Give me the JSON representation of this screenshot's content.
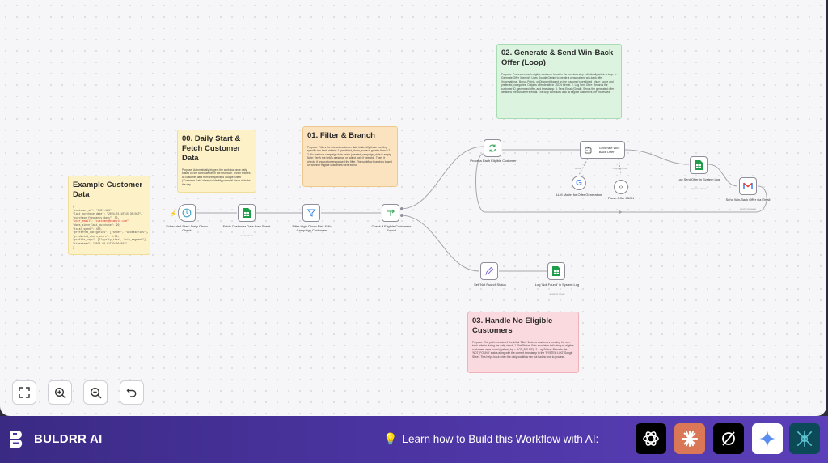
{
  "canvas": {
    "stickies": {
      "example": {
        "title": "Example Customer Data",
        "json_lines": [
          "{",
          "\"customer_id\": \"CUST-123\",",
          "\"last_purchase_date\": \"2024-01-10T15:30:00Z\",",
          "\"purchase_frequency_days\": 30,"
        ],
        "json_red": "\"user_email\": \"customer@example.com\",",
        "json_rest": [
          "\"days_since_last_purchase\": 90,",
          "\"total_spent\": 450,",
          "\"preferred_categories\": [\"Shoes\", \"Accessories\"],",
          "\"predicted_churn_score\": 0.85,",
          "\"profile_tags\": [\"loyalty_tier\", \"vip_segment\"],",
          "\"timestamp\": \"2024-08-01T09:00:00Z\"",
          "}"
        ]
      },
      "s00": {
        "title": "00. Daily Start & Fetch Customer Data",
        "body": "Purpose: Automatically triggers the workflow once daily based on the schedule set in the first node. It then fetches all customer data from the specified Google Sheet ('Customer Data' sheet) to identify potential churn risks for the day."
      },
      "s01": {
        "title": "01. Filter & Branch",
        "body": "Purpose: Filters the fetched customer data to identify those meeting specific win-back criteria: 1. predicted_churn_score is greater than 0.7. 2. No previous campaign date exists (created_campaign_date is empty - Note: Verify the field's presence or adjust logic if needed). Then, it checks if any customers passed the filter. The workflow branches based on whether eligible customers were found."
      },
      "s02": {
        "title": "02. Generate & Send Win-Back Offer (Loop)",
        "body": "Purpose: Processes each eligible customer found in the previous step individually within a loop: 1. Generate Offer (Gemini): Uses Google Gemini to create a personalized win-back offer (Informational, Bonus Points, or Discount) based on the customer's predicted_churn_score and preferred_categories. Outputs offer details in JSON format. 2. Log Sent Offer: Records the customer ID, generated offer, and timestamp. 3. Send Email (Gmail): Sends the generated offer details to the customer's email. The loop continues until all eligible customers are processed."
      },
      "s03": {
        "title": "03. Handle No Eligible Customers",
        "body": "Purpose: This path executes if the initial 'Filter' finds no customers meeting the win-back criteria during the daily check. 1. Set Status: Sets a variable indicating no eligible customers were found (system_log = NOT_FOUND). 2. Log Status: Records the 'NOT_FOUND' status along with the current timestamp to the 'SYSTEM LOG' Google Sheet. This helps track when the daily workflow ran but had no one to process."
      }
    },
    "nodes": {
      "schedule": {
        "label": "Scheduled Start: Daily Churn Check"
      },
      "fetch": {
        "label": "Fetch Customer Data from Sheet",
        "sub": "read: sheet"
      },
      "filter": {
        "label": "Filter High Churn Risk & No Campaign Customers"
      },
      "check": {
        "label": "Check if Eligible Customers Found"
      },
      "loop": {
        "label": "Process Each Eligible Customer"
      },
      "generate": {
        "label": "Generate Win-Back Offer"
      },
      "gemini": {
        "label": "LLM Model for Offer Generation",
        "port": "Model"
      },
      "parser": {
        "label": "Parse Offer JSON",
        "port": "Output Parser"
      },
      "log_sent": {
        "label": "Log Sent Offer in System Log",
        "sub": "append: sheet"
      },
      "send": {
        "label": "Send Win-Back Offer via Email",
        "sub": "send: message"
      },
      "set_status": {
        "label": "Set 'Not Found' Status"
      },
      "log_nf": {
        "label": "Log 'Not Found' in System Log",
        "sub": "append: sheet"
      }
    }
  },
  "controls": [
    "fit-view",
    "zoom-in",
    "zoom-out",
    "undo"
  ],
  "banner": {
    "brand": "BULDRR AI",
    "learn": "Learn how to Build this Workflow with AI:",
    "ai_tools": [
      "chatgpt",
      "claude",
      "perplexity",
      "gemini",
      "manus"
    ]
  },
  "colors": {
    "banner": "#4a34a0",
    "sticky_yellow": "#fdf1c7",
    "sticky_orange": "#fbe3c0",
    "sticky_green": "#dcf3e0",
    "sticky_red": "#fbdadf",
    "sheets": "#1e9e4a",
    "gmail": "#ea4335"
  }
}
